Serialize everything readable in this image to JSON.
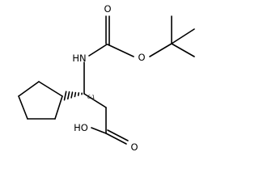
{
  "molecule": {
    "atom_labels": {
      "amine": "HN",
      "carbonyl_oxygen": "O",
      "ester_oxygen": "O",
      "acid_hydroxyl": "HO",
      "acid_carbonyl_oxygen": "O",
      "stereo_tag": "&1"
    },
    "line_color": "#000000",
    "background_color": "#ffffff"
  }
}
